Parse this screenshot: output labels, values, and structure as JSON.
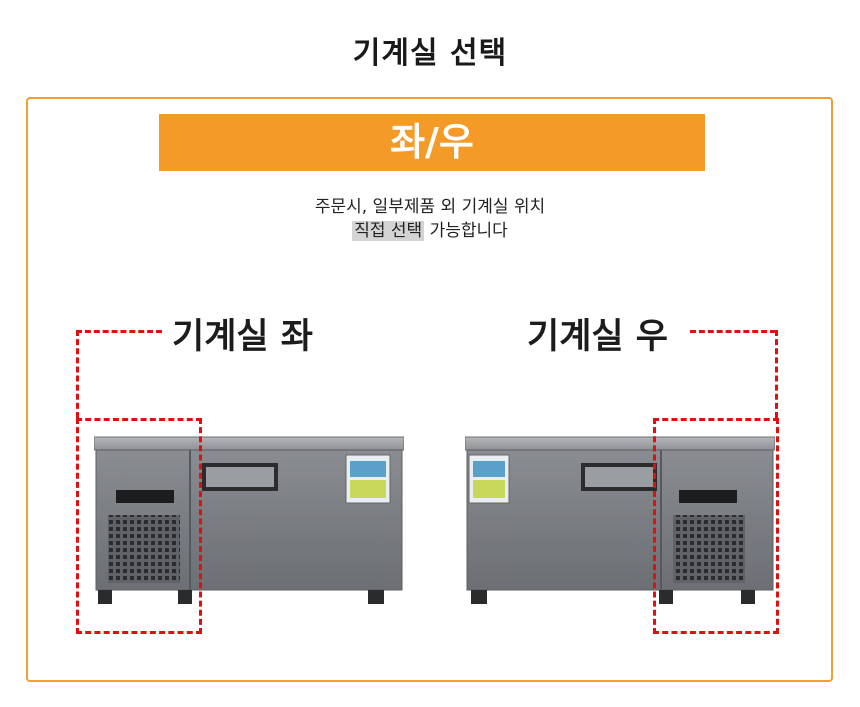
{
  "page": {
    "title": "기계실 선택"
  },
  "banner": {
    "text": "좌/우"
  },
  "description": {
    "line1": "주문시, 일부제품 외 기계실 위치",
    "highlight": "직접 선택",
    "line2_rest": "가능합니다"
  },
  "options": {
    "left": {
      "label": "기계실 좌"
    },
    "right": {
      "label": "기계실 우"
    }
  },
  "colors": {
    "accent": "#f49a26",
    "frame": "#f0a030",
    "dash": "#e01010"
  }
}
